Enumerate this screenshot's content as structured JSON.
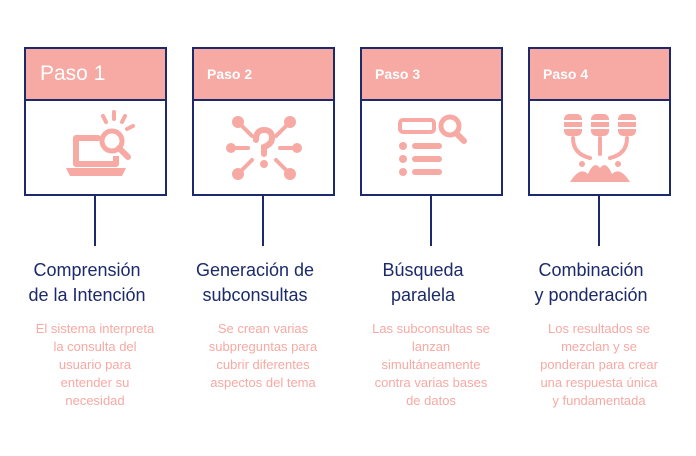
{
  "colors": {
    "navy": "#1c2a6b",
    "pink": "#f7a9a3"
  },
  "steps": [
    {
      "label": "Paso 1",
      "title_line1": "Comprensión",
      "title_line2": "de la Intención",
      "desc_lines": [
        "El sistema interpreta",
        "la consulta del",
        "usuario para",
        "entender su",
        "necesidad"
      ],
      "icon": "laptop-search-icon"
    },
    {
      "label": "Paso 2",
      "title_line1": "Generación de",
      "title_line2": "subconsultas",
      "desc_lines": [
        "Se crean varias",
        "subpreguntas para",
        "cubrir diferentes",
        "aspectos del tema"
      ],
      "icon": "question-network-icon"
    },
    {
      "label": "Paso 3",
      "title_line1": "Búsqueda",
      "title_line2": "paralela",
      "desc_lines": [
        "Las subconsultas se",
        "lanzan",
        "simultáneamente",
        "contra varias bases",
        "de datos"
      ],
      "icon": "search-list-icon"
    },
    {
      "label": "Paso 4",
      "title_line1": "Combinación",
      "title_line2": "y ponderación",
      "desc_lines": [
        "Los resultados se",
        "mezclan y se",
        "ponderan para crear",
        "una respuesta única",
        "y fundamentada"
      ],
      "icon": "database-merge-icon"
    }
  ]
}
